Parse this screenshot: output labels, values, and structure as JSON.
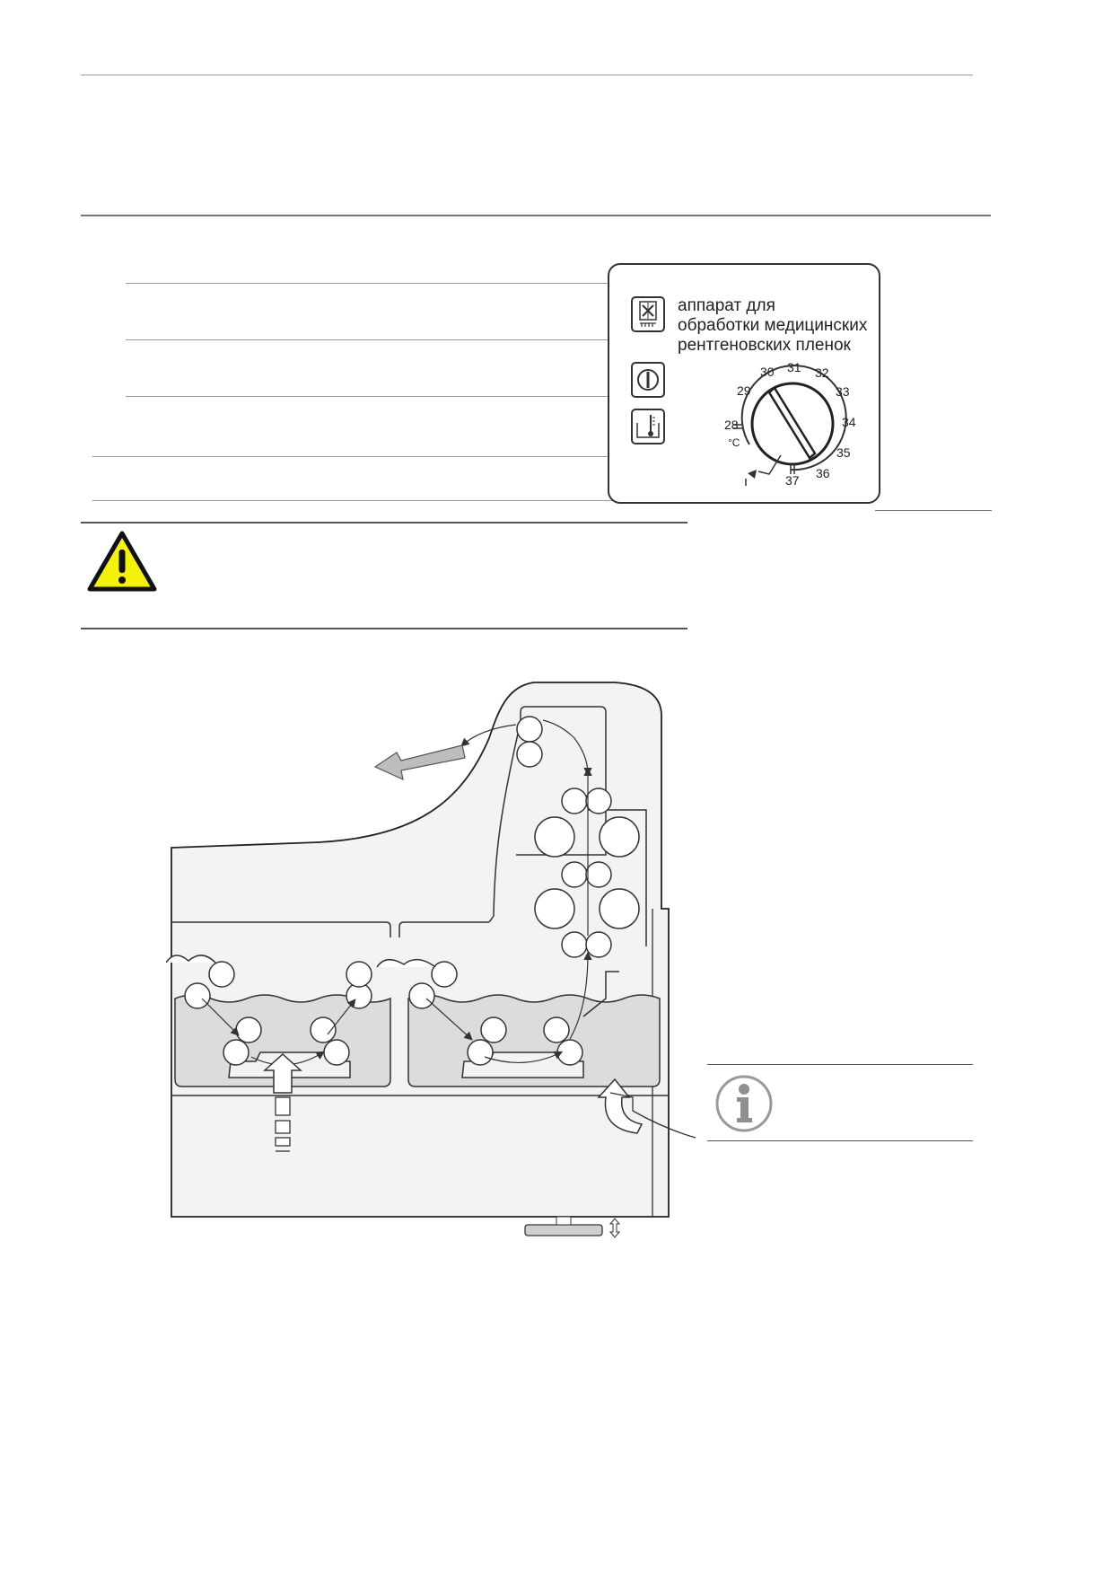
{
  "control_panel": {
    "device_label_lines": [
      "аппарат для",
      "обработки медицинских",
      "рентгеновских пленок"
    ],
    "dial_unit": "°C",
    "dial_values": [
      "28",
      "29",
      "30",
      "31",
      "32",
      "33",
      "34",
      "35",
      "36",
      "37"
    ]
  },
  "icons": {
    "panel_icons": [
      "thaw-icon",
      "power-icon",
      "thermometer-icon"
    ],
    "warning": "warning-triangle-icon",
    "info": "info-icon"
  },
  "colors": {
    "warning_fill": "#f4f20a",
    "line_gray": "#7a7a7a",
    "liquid_fill": "#dcdcdc",
    "cabinet_fill": "#f3f3f3"
  }
}
